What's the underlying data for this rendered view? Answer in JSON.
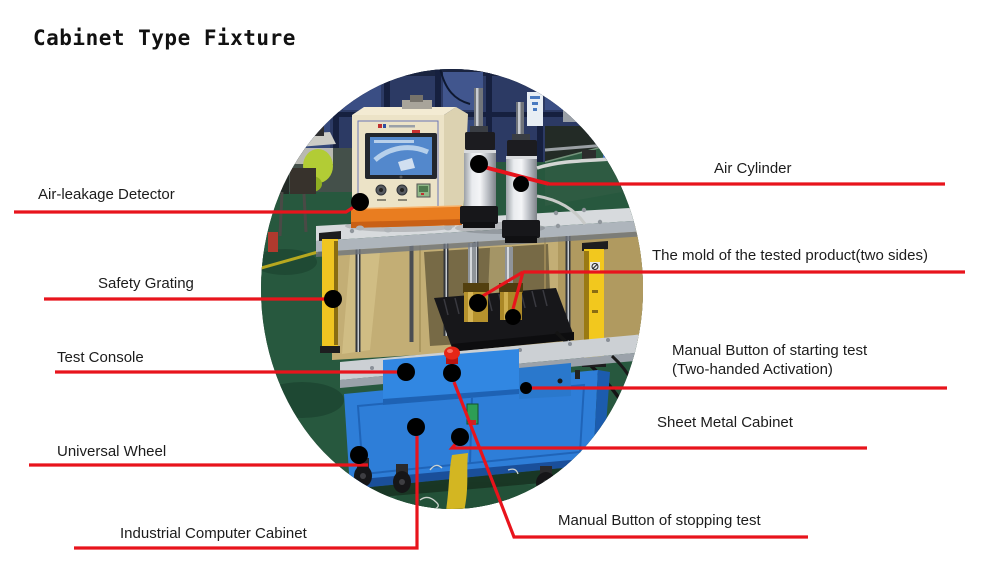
{
  "title": "Cabinet Type Fixture",
  "colors": {
    "annotation_red": "#e8141c",
    "label_text": "#1c1c1c",
    "title_text": "#111111",
    "page_background": "#ffffff"
  },
  "photo_palette": {
    "cabinet_blue": "#2e7ed8",
    "safety_grating_yellow": "#f2c81e",
    "detector_cream": "#ece3c7",
    "detector_base_orange": "#e97d20",
    "cylinder_silver": "#c9cdd2",
    "floor_green": "#27583e",
    "window_navy": "#2c3a64",
    "emergency_button_red": "#e62616"
  },
  "callouts": [
    {
      "id": "air-leakage-detector",
      "label": "Air-leakage Detector"
    },
    {
      "id": "safety-grating",
      "label": "Safety Grating"
    },
    {
      "id": "test-console",
      "label": "Test Console"
    },
    {
      "id": "universal-wheel",
      "label": "Universal Wheel"
    },
    {
      "id": "industrial-computer-cabinet",
      "label": "Industrial Computer Cabinet"
    },
    {
      "id": "air-cylinder",
      "label": "Air Cylinder"
    },
    {
      "id": "mold-of-tested-product",
      "label": "The mold of the tested product(two sides)"
    },
    {
      "id": "start-button",
      "label": "Manual Button of starting test",
      "label2": "(Two-handed Activation)"
    },
    {
      "id": "sheet-metal-cabinet",
      "label": "Sheet Metal Cabinet"
    },
    {
      "id": "stop-button",
      "label": "Manual Button of stopping test"
    }
  ]
}
